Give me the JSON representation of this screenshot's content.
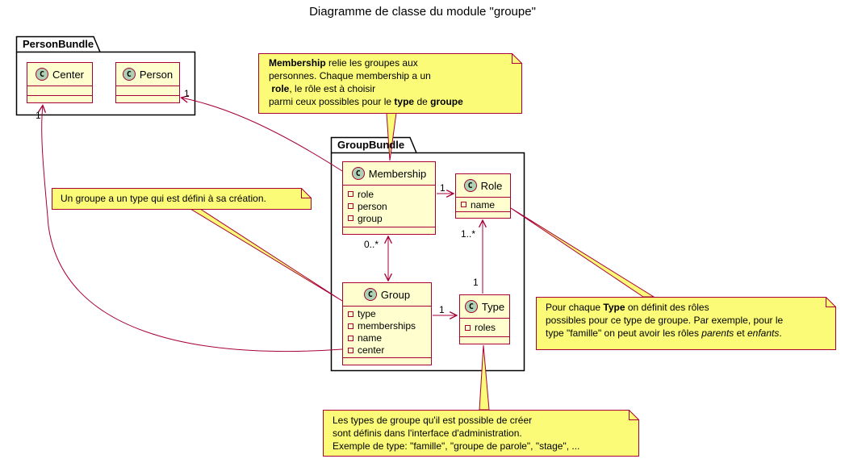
{
  "title": "Diagramme de classe du module \"groupe\"",
  "colors": {
    "class_fill": "#FEFECE",
    "class_border": "#A80036",
    "note_fill": "#FBFB77",
    "note_border": "#A80036",
    "circle_icon_fill": "#ADD1B2",
    "package_border": "#000000",
    "edge": "#A80036"
  },
  "packages": {
    "person_bundle": {
      "name": "PersonBundle"
    },
    "group_bundle": {
      "name": "GroupBundle"
    }
  },
  "classes": {
    "center": {
      "letter": "C",
      "name": "Center",
      "fields": []
    },
    "person": {
      "letter": "C",
      "name": "Person",
      "fields": []
    },
    "membership": {
      "letter": "C",
      "name": "Membership",
      "fields": [
        "role",
        "person",
        "group"
      ]
    },
    "role": {
      "letter": "C",
      "name": "Role",
      "fields": [
        "name"
      ]
    },
    "group": {
      "letter": "C",
      "name": "Group",
      "fields": [
        "type",
        "memberships",
        "name",
        "center"
      ]
    },
    "type": {
      "letter": "C",
      "name": "Type",
      "fields": [
        "roles"
      ]
    }
  },
  "edges": {
    "membership_to_person": {
      "multiplicity": "1"
    },
    "group_to_center": {
      "multiplicity": "1"
    },
    "membership_to_role": {
      "multiplicity": "1"
    },
    "group_to_membership": {
      "multiplicity": "0..*"
    },
    "group_to_type": {
      "multiplicity": "1"
    },
    "type_to_role": {
      "multiplicity_role_end": "1..*",
      "multiplicity_type_end": "1"
    }
  },
  "notes": {
    "membership_note": {
      "lines": [
        [
          {
            "t": "Membership",
            "b": true
          },
          {
            "t": " relie les groupes aux"
          }
        ],
        [
          {
            "t": "personnes. Chaque membership a un"
          }
        ],
        [
          {
            "t": " "
          },
          {
            "t": "role",
            "b": true
          },
          {
            "t": ", le rôle est à choisir"
          }
        ],
        [
          {
            "t": "parmi ceux possibles pour le "
          },
          {
            "t": "type",
            "b": true
          },
          {
            "t": " de "
          },
          {
            "t": "groupe",
            "b": true
          }
        ]
      ]
    },
    "group_creation_note": {
      "lines": [
        [
          {
            "t": "Un groupe a un type qui est défini à sa création."
          }
        ]
      ]
    },
    "role_note": {
      "lines": [
        [
          {
            "t": "Pour chaque "
          },
          {
            "t": "Type",
            "b": true
          },
          {
            "t": " on définit des rôles"
          }
        ],
        [
          {
            "t": "possibles pour ce type de groupe. Par exemple, pour le"
          }
        ],
        [
          {
            "t": "type \"famille\" on peut avoir les rôles "
          },
          {
            "t": "parents",
            "i": true
          },
          {
            "t": " et "
          },
          {
            "t": "enfants",
            "i": true
          },
          {
            "t": "."
          }
        ]
      ]
    },
    "type_note": {
      "lines": [
        [
          {
            "t": "Les types de groupe qu'il est possible de créer"
          }
        ],
        [
          {
            "t": "sont définis dans l'interface d'administration."
          }
        ],
        [
          {
            "t": "Exemple de type: \"famille\", \"groupe de parole\", \"stage\", ..."
          }
        ]
      ]
    }
  }
}
